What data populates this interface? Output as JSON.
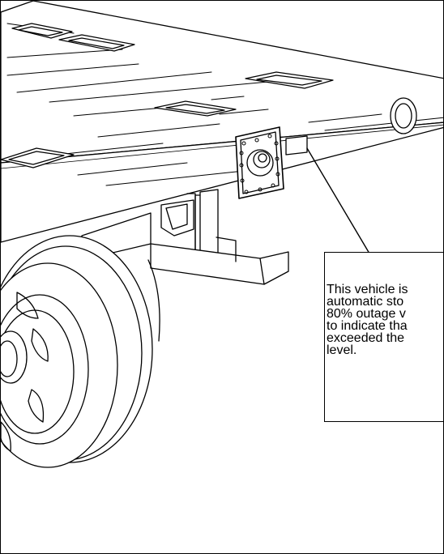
{
  "callout": {
    "lines": [
      "This vehicle is",
      "automatic sto",
      "80% outage v",
      "to indicate tha",
      "exceeded the",
      "level."
    ]
  }
}
